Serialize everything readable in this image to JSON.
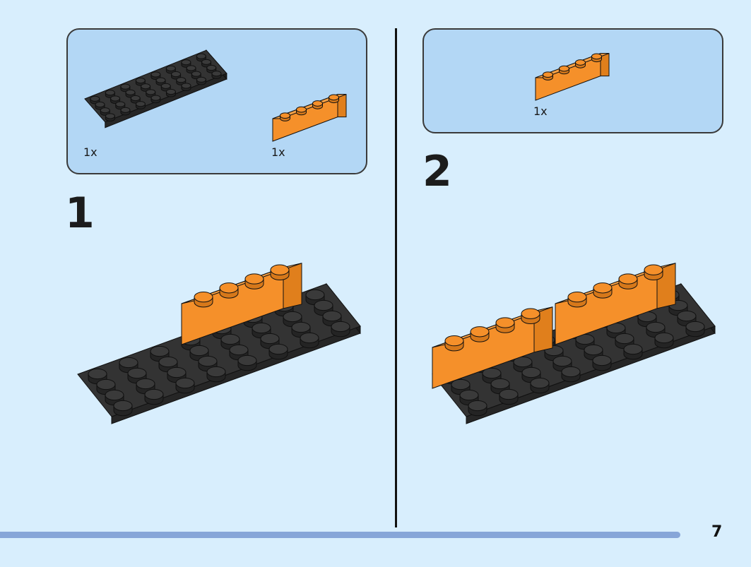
{
  "parts_panel_1": {
    "plate_qty": "1x",
    "brick_qty": "1x"
  },
  "parts_panel_2": {
    "brick_qty": "1x"
  },
  "steps": {
    "step_1": "1",
    "step_2": "2"
  },
  "page_number": "7",
  "colors": {
    "background": "#d8eefd",
    "panel": "#b3d7f5",
    "brick_orange": "#f5902a",
    "plate_black": "#333333",
    "progress_bar": "#87a6d8"
  },
  "icons": {
    "plate": "black-4x8-plate-icon",
    "brick": "orange-1x4-brick-icon"
  }
}
